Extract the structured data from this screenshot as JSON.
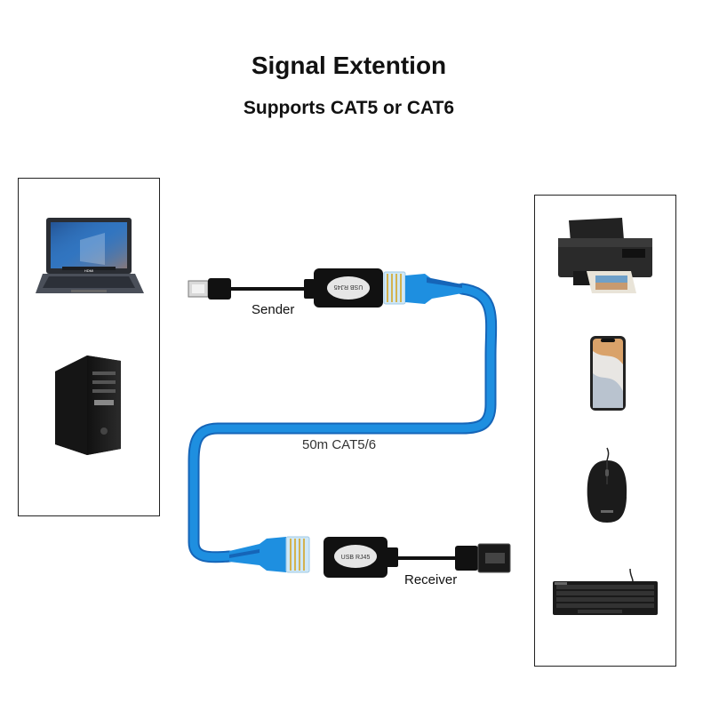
{
  "title": "Signal Extention",
  "subtitle": "Supports CAT5 or CAT6",
  "labels": {
    "sender": "Sender",
    "receiver": "Receiver",
    "cable": "50m CAT5/6"
  },
  "adapter_text": {
    "sender_module": "USB RJ45",
    "receiver_module": "USB RJ45"
  },
  "laptop_brand": "HDMI",
  "colors": {
    "cable": "#1e8fe0",
    "cable_shadow": "#1565b8",
    "module": "#111111",
    "panel_border": "#222222"
  },
  "devices": {
    "left": [
      "laptop-icon",
      "desktop-tower-icon"
    ],
    "right": [
      "printer-icon",
      "smartphone-icon",
      "mouse-icon",
      "keyboard-icon"
    ]
  }
}
